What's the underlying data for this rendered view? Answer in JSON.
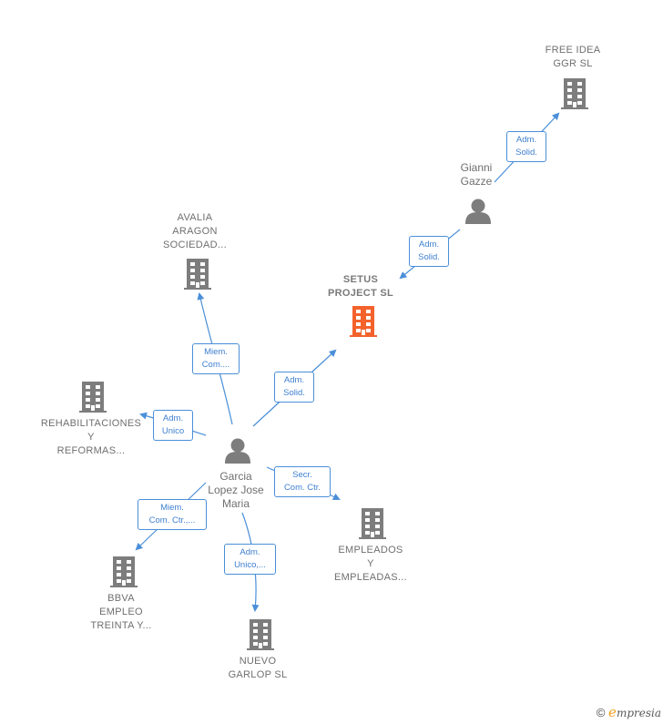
{
  "nodes": {
    "free_idea": {
      "label": "FREE IDEA\nGGR  SL"
    },
    "avalia": {
      "label": "AVALIA\nARAGON\nSOCIEDAD..."
    },
    "setus": {
      "label": "SETUS\nPROJECT  SL",
      "highlight_color": "#f4622c"
    },
    "rehab": {
      "label": "REHABILITACIONES\nY\nREFORMAS..."
    },
    "empleados": {
      "label": "EMPLEADOS\nY\nEMPLEADAS..."
    },
    "bbva": {
      "label": "BBVA\nEMPLEO\nTREINTA Y..."
    },
    "nuevo": {
      "label": "NUEVO\nGARLOP  SL"
    }
  },
  "persons": {
    "gianni": {
      "label": "Gianni\nGazze"
    },
    "garcia": {
      "label": "Garcia\nLopez Jose\nMaria"
    }
  },
  "edges": {
    "gianni_free": "Adm.\nSolid.",
    "gianni_setus": "Adm.\nSolid.",
    "garcia_avalia": "Miem.\nCom....",
    "garcia_setus": "Adm.\nSolid.",
    "garcia_rehab": "Adm.\nUnico",
    "garcia_empleados": "Secr.\nCom. Ctr.",
    "garcia_bbva": "Miem.\nCom. Ctr.,...",
    "garcia_nuevo": "Adm.\nUnico,..."
  },
  "colors": {
    "building": "#7d7d7d",
    "building_highlight": "#f4622c",
    "person": "#7d7d7d",
    "edge": "#4a8fd8"
  },
  "footer": {
    "copyright": "©",
    "brand": "mpresia",
    "brand_initial": "e"
  }
}
